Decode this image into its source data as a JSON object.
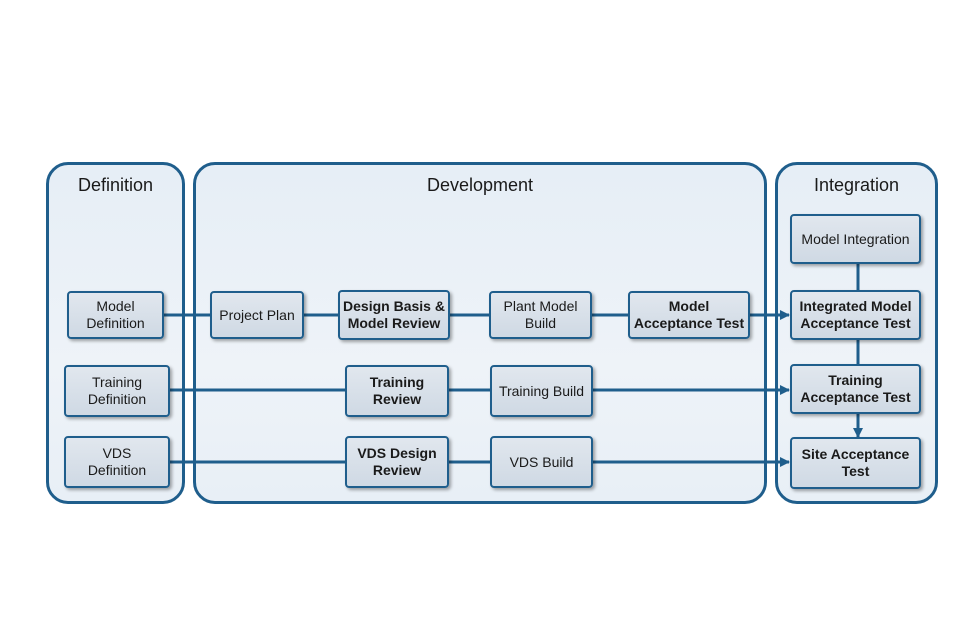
{
  "panels": {
    "definition": "Definition",
    "development": "Development",
    "integration": "Integration"
  },
  "nodes": {
    "model_definition": "Model\nDefinition",
    "training_definition": "Training\nDefinition",
    "vds_definition": "VDS\nDefinition",
    "project_plan": "Project Plan",
    "design_basis_review": "Design Basis &\nModel Review",
    "plant_model_build": "Plant Model\nBuild",
    "model_acceptance_test": "Model\nAcceptance Test",
    "training_review": "Training\nReview",
    "training_build": "Training Build",
    "vds_design_review": "VDS Design\nReview",
    "vds_build": "VDS Build",
    "model_integration": "Model Integration",
    "integrated_model_acceptance_test": "Integrated Model\nAcceptance Test",
    "training_acceptance_test": "Training\nAcceptance Test",
    "site_acceptance_test": "Site Acceptance\nTest"
  },
  "colors": {
    "line": "#1f5e8c",
    "panel_fill": "#e8eff6",
    "node_fill": "#d6dee8"
  }
}
